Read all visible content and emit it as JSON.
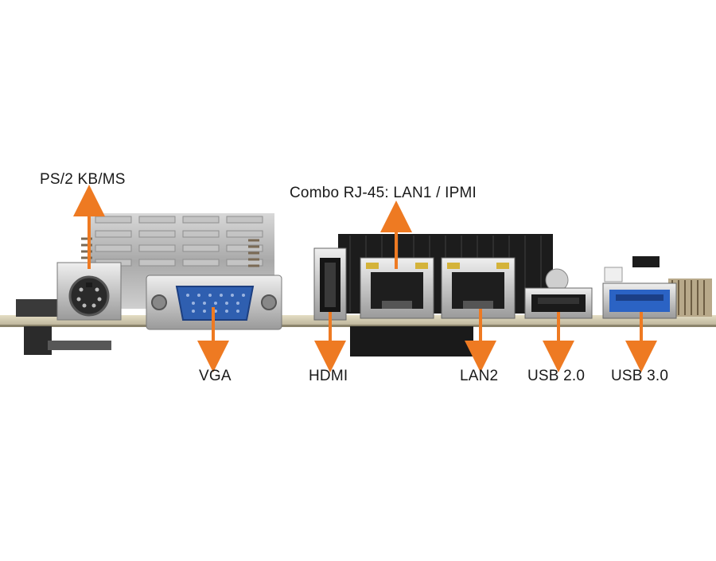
{
  "labels": {
    "ps2": "PS/2 KB/MS",
    "combo_rj45": "Combo RJ-45: LAN1 / IPMI",
    "vga": "VGA",
    "hdmi": "HDMI",
    "lan2": "LAN2",
    "usb2": "USB 2.0",
    "usb3": "USB 3.0"
  },
  "colors": {
    "arrow": "#ee7a22",
    "pcb": "#d9d2b8",
    "vga_blue": "#2f5fb0",
    "usb3_blue": "#2b63c4",
    "heatsink_dark": "#1c1c1c"
  }
}
